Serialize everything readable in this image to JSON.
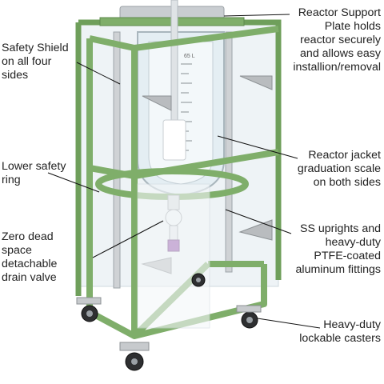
{
  "image": {
    "subject": "jacketed glass reactor on green frame with safety shields",
    "colors": {
      "frame": "#7fae6a",
      "frame_dark": "#5e8a4c",
      "steel": "#c7c9cc",
      "glass": "#e8f0f4",
      "leader": "#111111"
    }
  },
  "callouts": [
    {
      "id": "reactor-support-plate",
      "lines": [
        "Reactor Support",
        "Plate holds",
        "reactor securely",
        "and allows easy",
        "installion/removal"
      ]
    },
    {
      "id": "safety-shield",
      "lines": [
        "Safety Shield",
        "on all four",
        "sides"
      ]
    },
    {
      "id": "reactor-jacket-scale",
      "lines": [
        "Reactor jacket",
        "graduation scale",
        "on both sides"
      ]
    },
    {
      "id": "lower-safety-ring",
      "lines": [
        "Lower safety",
        "ring"
      ]
    },
    {
      "id": "ss-uprights",
      "lines": [
        "SS uprights and",
        "heavy-duty",
        "PTFE-coated",
        "aluminum fittings"
      ]
    },
    {
      "id": "drain-valve",
      "lines": [
        "Zero dead",
        "space",
        "detachable",
        "drain valve"
      ]
    },
    {
      "id": "casters",
      "lines": [
        "Heavy-duty",
        "lockable casters"
      ]
    }
  ],
  "vessel": {
    "capacity_label": "65 L"
  }
}
